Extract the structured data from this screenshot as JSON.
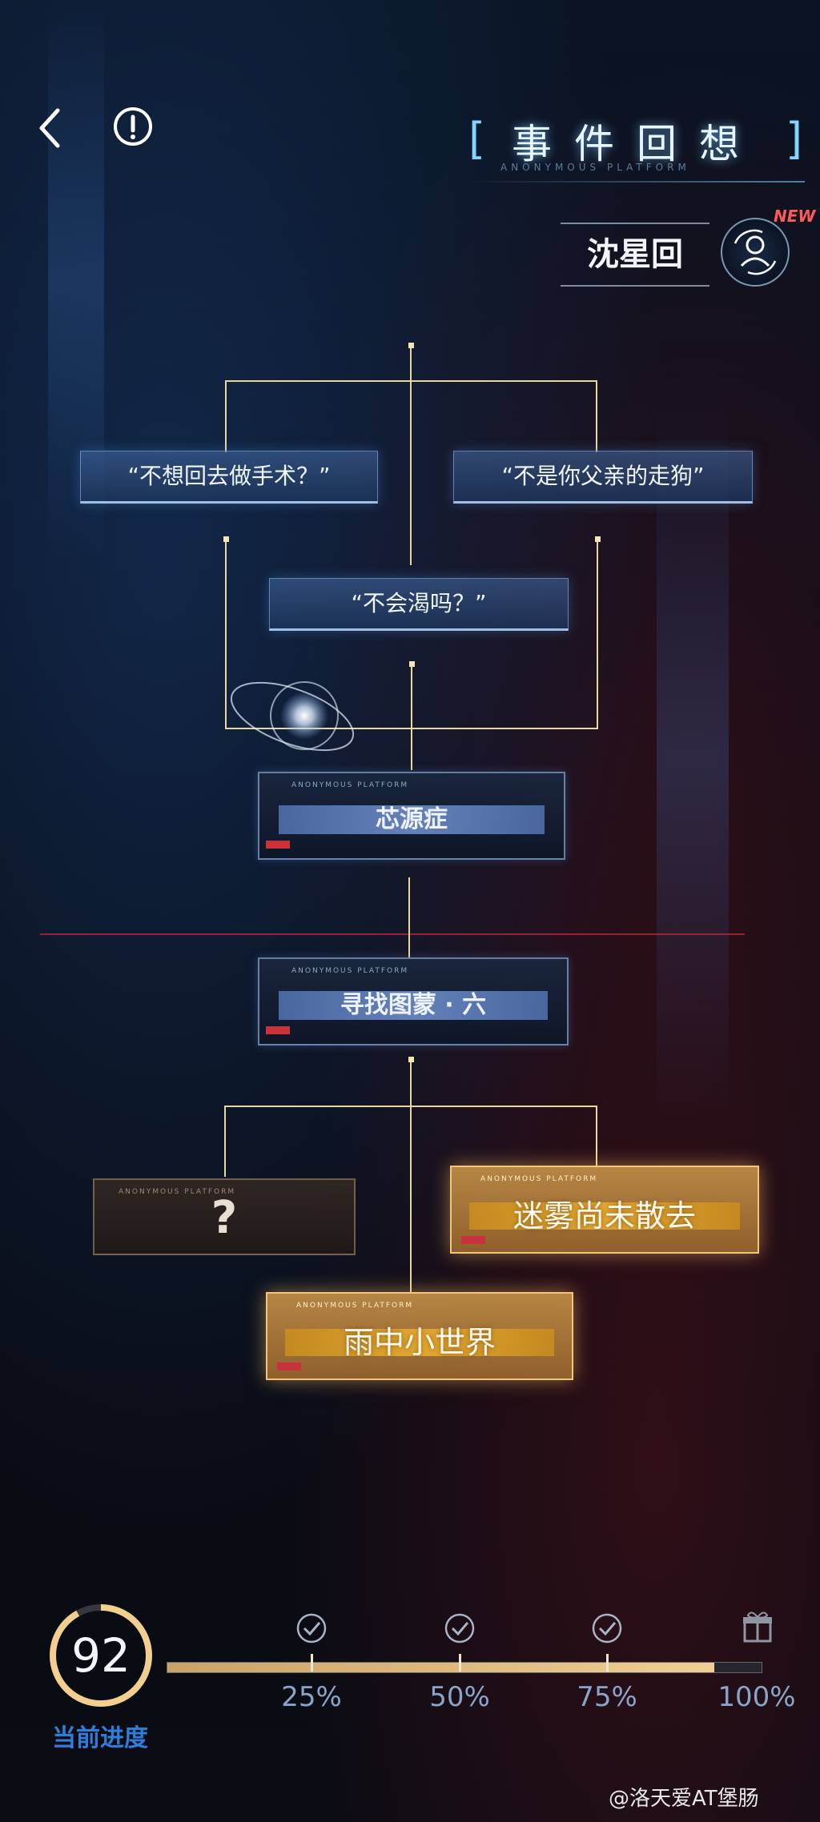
{
  "header": {
    "title": "事件回想",
    "title_sub": "ANONYMOUS PLATFORM",
    "character_name": "沈星回",
    "new_badge": "NEW"
  },
  "tree": {
    "quote_left": "“不想回去做手术？”",
    "quote_right": "“不是你父亲的走狗”",
    "quote_center": "“不会渴吗？”",
    "event_1": "芯源症",
    "event_2": "寻找图蒙 · 六",
    "node_sub": "ANONYMOUS PLATFORM",
    "unknown": "?",
    "gold_right": "迷雾尚未散去",
    "gold_center": "雨中小世界"
  },
  "progress": {
    "value": "92",
    "value_fraction": 0.92,
    "label": "当前进度",
    "milestones": [
      "25%",
      "50%",
      "75%",
      "100%"
    ]
  },
  "watermark": "@洛天爱AT堡肠"
}
